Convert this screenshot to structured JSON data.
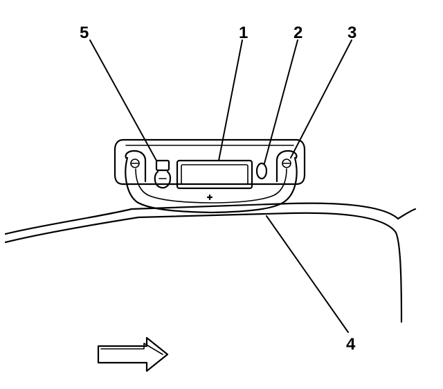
{
  "callouts": [
    {
      "id": "1",
      "label": "1"
    },
    {
      "id": "2",
      "label": "2"
    },
    {
      "id": "3",
      "label": "3"
    },
    {
      "id": "4",
      "label": "4"
    },
    {
      "id": "5",
      "label": "5"
    }
  ],
  "colors": {
    "line": "#000000",
    "background": "#ffffff"
  },
  "icons": {
    "direction_arrow": "arrow-right-icon"
  }
}
